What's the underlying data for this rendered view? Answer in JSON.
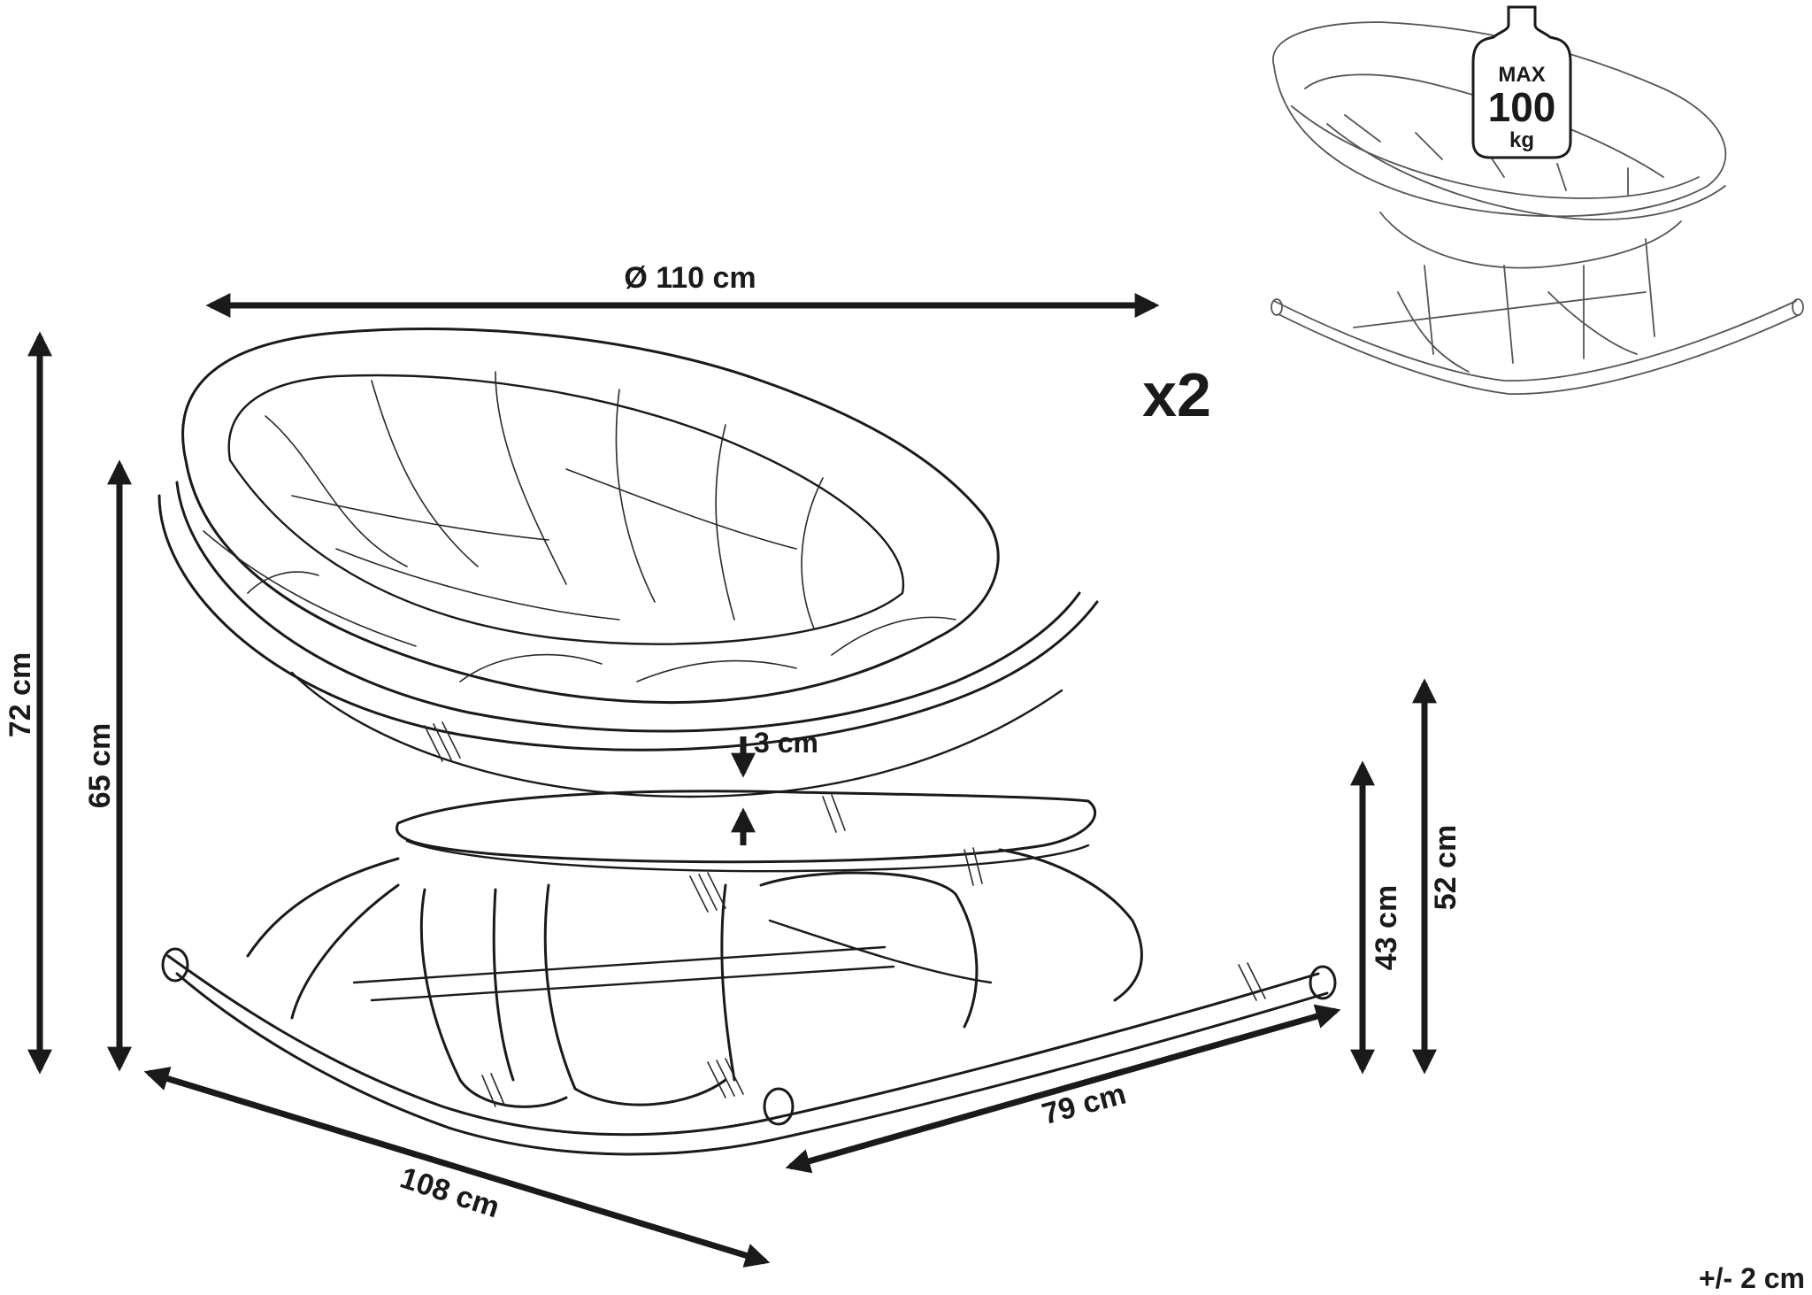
{
  "dimensions": {
    "diameter": "Ø 110 cm",
    "quantity": "x2",
    "height_total": "72 cm",
    "height_back": "65 cm",
    "cushion_thickness": "3 cm",
    "height_seat_top": "52 cm",
    "height_seat": "43 cm",
    "depth": "79 cm",
    "length": "108 cm",
    "tolerance": "+/- 2 cm"
  },
  "weight_badge": {
    "line1": "MAX",
    "line2": "100",
    "line3": "kg"
  },
  "icons": [
    "papasan-rocking-chair-drawing",
    "papasan-rocking-chair-thumbnail",
    "weight-icon"
  ]
}
